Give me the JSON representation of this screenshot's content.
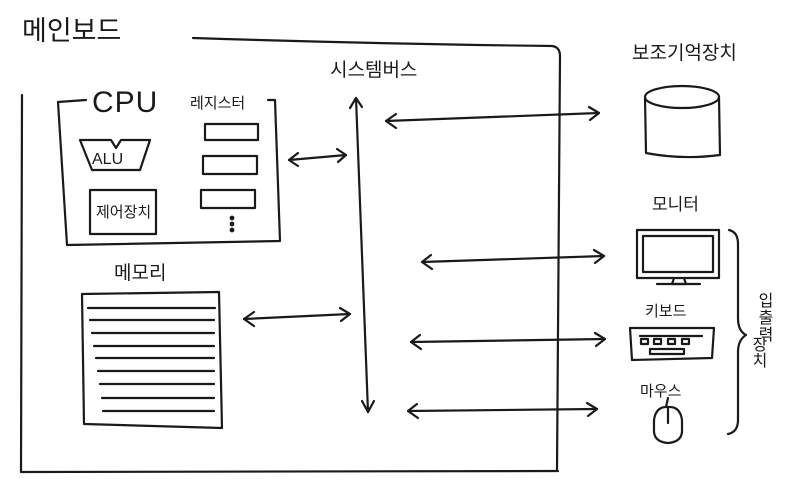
{
  "labels": {
    "mainboard": "메인보드",
    "cpu": "CPU",
    "register": "레지스터",
    "alu": "ALU",
    "control_unit": "제어장치",
    "memory": "메모리",
    "system_bus": "시스템버스",
    "secondary_storage": "보조기억장치",
    "monitor": "모니터",
    "keyboard": "키보드",
    "mouse": "마우스",
    "io_device_part1": "입출력",
    "io_device_part2": "장치"
  },
  "colors": {
    "ink": "#1a1a1a",
    "background": "#ffffff"
  }
}
